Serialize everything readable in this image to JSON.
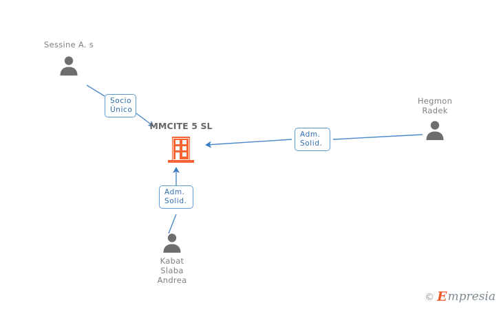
{
  "graph": {
    "company": {
      "label": "MMCITE 5 SL",
      "icon": "company-building-icon",
      "color": "#f96332"
    },
    "persons": [
      {
        "id": "sessine",
        "name": "Sessine A. s",
        "icon": "person-icon",
        "relation": "Socio\nÚnico",
        "relation_name": "socio-unico"
      },
      {
        "id": "hegmon",
        "name": "Hegmon\nRadek",
        "icon": "person-icon",
        "relation": "Adm.\nSolid.",
        "relation_name": "adm-solid"
      },
      {
        "id": "kabat",
        "name": "Kabat\nSlaba\nAndrea",
        "icon": "person-icon",
        "relation": "Adm.\nSolid.",
        "relation_name": "adm-solid"
      }
    ],
    "colors": {
      "edge": "#4a86c8",
      "label_border": "#5b9bd5",
      "label_text": "#2f6fb3",
      "person": "#6e6e6e",
      "person_text": "#808080",
      "company_text": "#666666",
      "company_icon": "#f96332"
    }
  },
  "watermark": {
    "copyright": "©",
    "brand_initial": "E",
    "brand_rest": "mpresia"
  }
}
